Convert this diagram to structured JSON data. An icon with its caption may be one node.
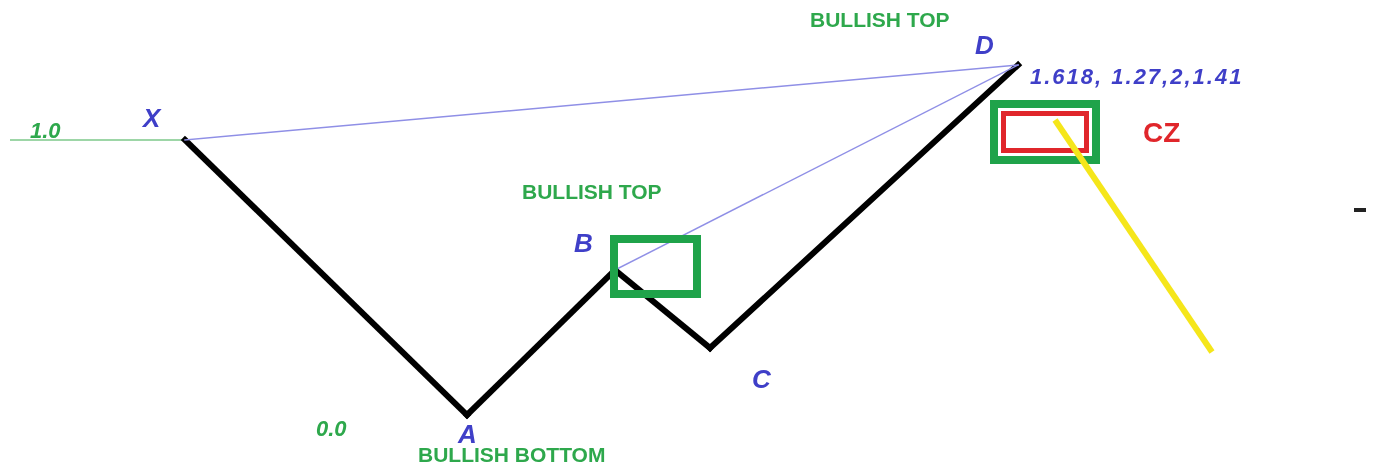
{
  "diagram": {
    "nodes": [
      {
        "text": [
          "X"
        ]
      },
      {
        "text": [
          "A"
        ],
        "beside": [
          "BULLISH BOTTOM"
        ]
      },
      {
        "text": [
          "B"
        ],
        "beside": [
          "BULLISH TOP"
        ]
      },
      {
        "text": [
          "C"
        ]
      },
      {
        "text": [
          "D"
        ],
        "beside": [
          "BULLISH TOP"
        ]
      },
      {
        "text": [],
        "shape": "box"
      }
    ],
    "edges": [
      {
        "from": 0,
        "to": 1,
        "arrow": "none"
      },
      {
        "from": 1,
        "to": 2,
        "arrow": "none"
      },
      {
        "from": 2,
        "to": 3,
        "arrow": "none"
      },
      {
        "from": 3,
        "to": 4,
        "arrow": "none"
      },
      {
        "from": 0,
        "to": 4,
        "arrow": "none",
        "color": "#8f8fe6"
      },
      {
        "from": 2,
        "to": 4,
        "arrow": "none",
        "color": "#8f8fe6"
      }
    ],
    "labels": [
      "1.618, 1.27,2,1.41",
      "1.0",
      "CZ",
      "0.0"
    ]
  }
}
